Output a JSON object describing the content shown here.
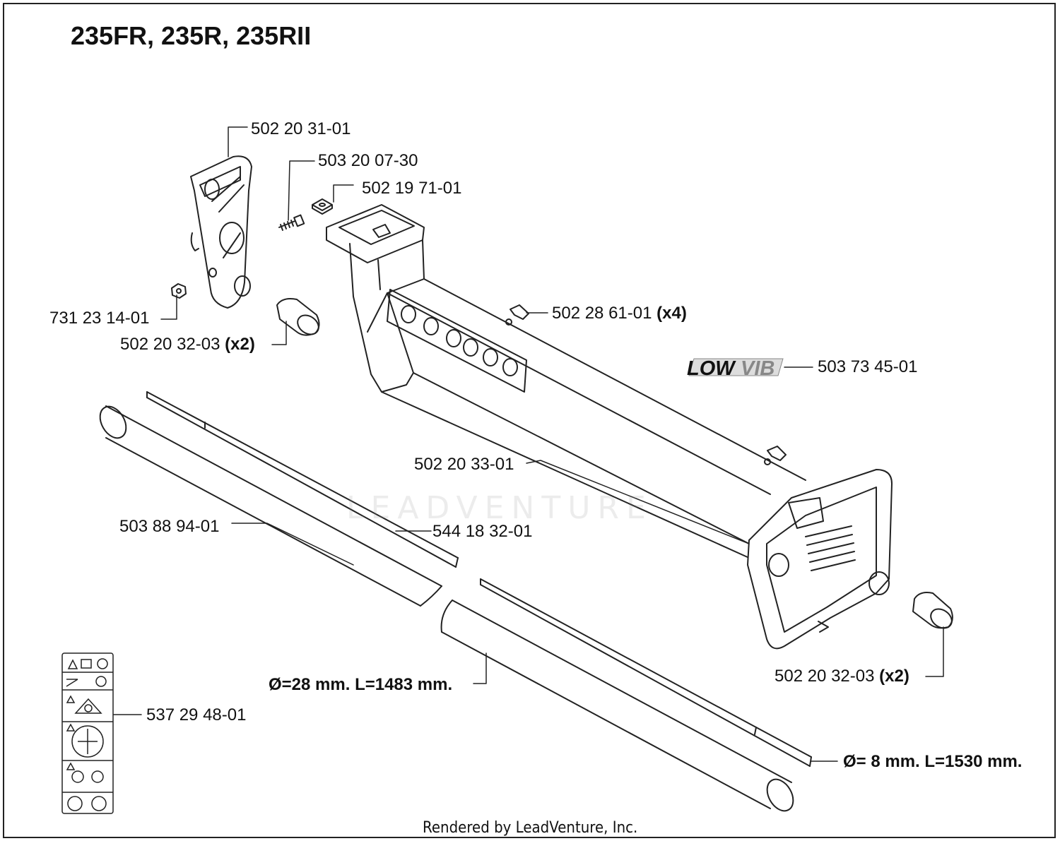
{
  "title": "235FR, 235R, 235RII",
  "footer": "Rendered by LeadVenture, Inc.",
  "watermark": "LEADVENTURE",
  "logo_text": "LOWVIB",
  "parts": {
    "bracket": "502 20 31-01",
    "screw": "503 20 07-30",
    "nut_square": "502 19 71-01",
    "nut": "731 23 14-01",
    "plug_left": "502 20 32-03",
    "plug_left_qty": "(x2)",
    "clip": "502 28 61-01",
    "clip_qty": "(x4)",
    "decal_lowvib": "503 73 45-01",
    "handle_frame": "502 20 33-01",
    "tube": "503 88 94-01",
    "drive_shaft": "544 18 32-01",
    "plug_right": "502 20 32-03",
    "plug_right_qty": "(x2)",
    "warning_decal": "537 29 48-01"
  },
  "dimensions": {
    "tube": "Ø=28 mm. L=1483 mm.",
    "shaft": "Ø= 8 mm. L=1530 mm."
  },
  "colors": {
    "line": "#222222",
    "background": "#ffffff"
  }
}
